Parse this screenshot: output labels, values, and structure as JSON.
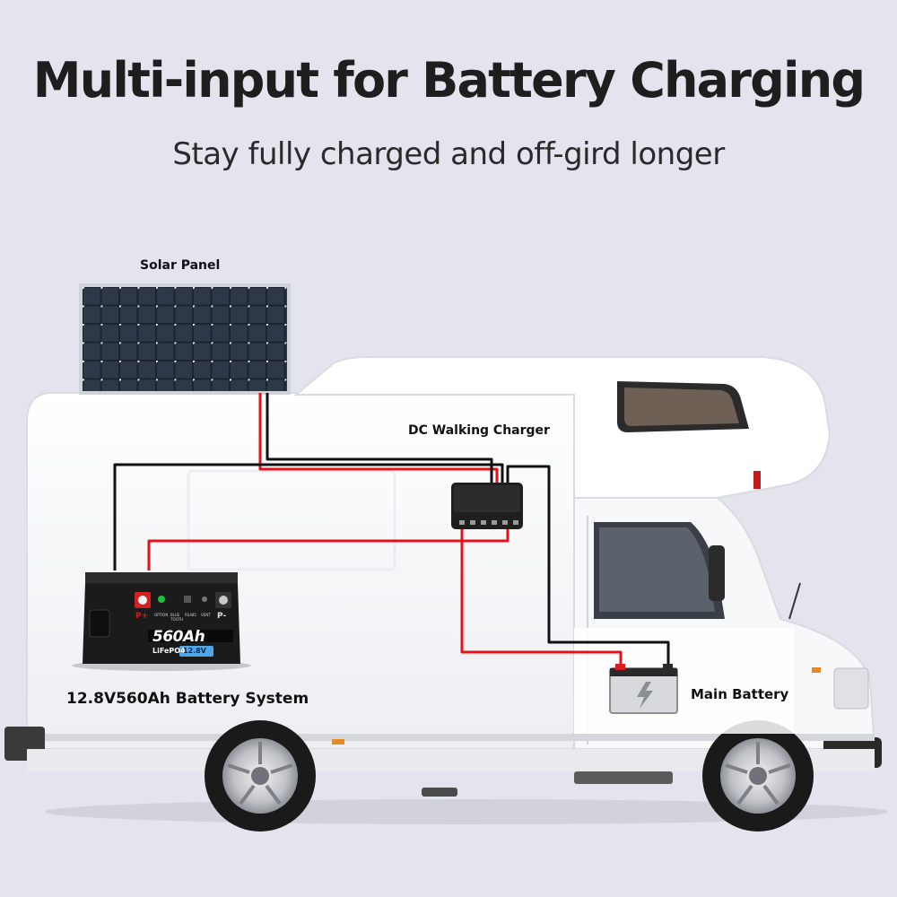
{
  "header": {
    "title": "Multi-input for Battery Charging",
    "subtitle": "Stay fully charged and off-gird longer"
  },
  "labels": {
    "solar_panel": "Solar Panel",
    "dc_charger": "DC Walking Charger",
    "battery_system": "12.8V560Ah Battery System",
    "main_battery": "Main Battery"
  },
  "battery_unit": {
    "capacity": "560Ah",
    "chemistry": "LiFePO4",
    "voltage": "12.8V",
    "pos_terminal": "P+",
    "neg_terminal": "P-",
    "port_labels": [
      "OPTION",
      "BLUE TOOTH",
      "RS485",
      "VENT"
    ]
  },
  "colors": {
    "positive_wire": "#e3121b",
    "negative_wire": "#111111",
    "background": "#e3e4ee"
  }
}
